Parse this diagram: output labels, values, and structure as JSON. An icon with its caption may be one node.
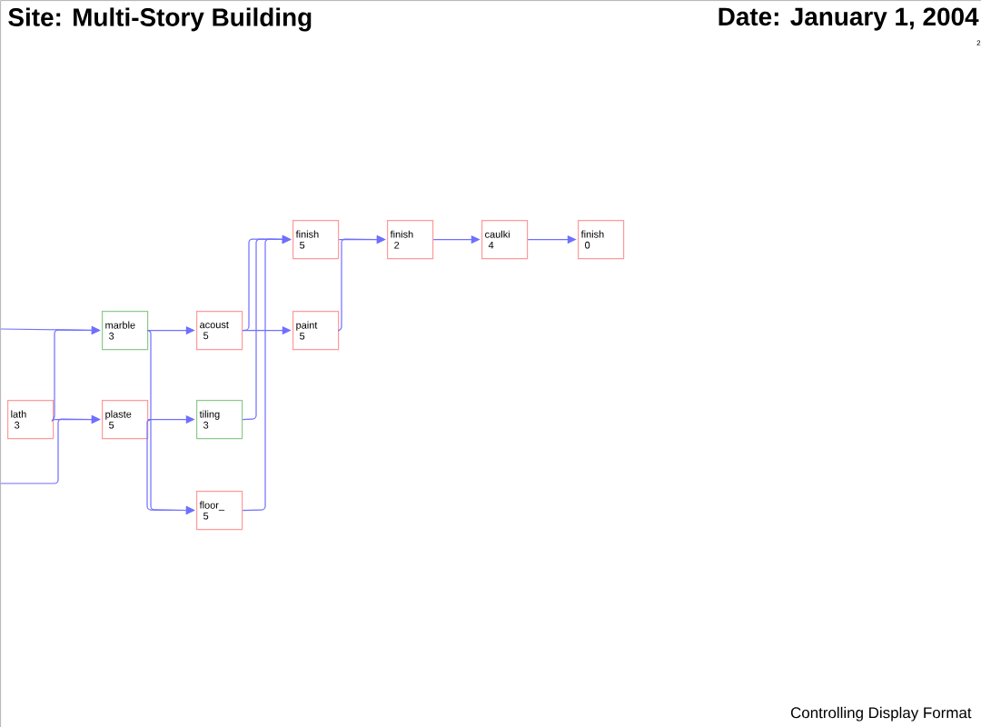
{
  "diagram": {
    "title": "Site: Multi-Story Building",
    "nodes": [
      {
        "text": [
          "lath",
          "3"
        ]
      },
      {
        "text": [
          "marble",
          "3"
        ]
      },
      {
        "text": [
          "plaste",
          "5"
        ]
      },
      {
        "text": [
          "acoust",
          "5"
        ]
      },
      {
        "text": [
          "tiling",
          "3"
        ]
      },
      {
        "text": [
          "floor_",
          "5"
        ]
      },
      {
        "text": [
          "finish",
          "5"
        ]
      },
      {
        "text": [
          "paint",
          "5"
        ]
      },
      {
        "text": [
          "finish",
          "2"
        ]
      },
      {
        "text": [
          "caulki",
          "4"
        ]
      },
      {
        "text": [
          "finish",
          "0"
        ]
      }
    ],
    "edges": [
      {
        "from": null,
        "to": 1,
        "arrow": "to"
      },
      {
        "from": null,
        "to": 2,
        "arrow": "to"
      },
      {
        "from": 0,
        "to": 1,
        "arrow": "to"
      },
      {
        "from": 0,
        "to": 2,
        "arrow": "to"
      },
      {
        "from": 1,
        "to": 3,
        "arrow": "to"
      },
      {
        "from": 1,
        "to": 5,
        "arrow": "to"
      },
      {
        "from": 2,
        "to": 4,
        "arrow": "to"
      },
      {
        "from": 2,
        "to": 5,
        "arrow": "to"
      },
      {
        "from": 3,
        "to": 6,
        "arrow": "to"
      },
      {
        "from": 3,
        "to": 7,
        "arrow": "to"
      },
      {
        "from": 4,
        "to": 6,
        "arrow": "to"
      },
      {
        "from": 5,
        "to": 6,
        "arrow": "to"
      },
      {
        "from": 7,
        "to": 8,
        "arrow": "to"
      },
      {
        "from": 6,
        "to": 8,
        "arrow": "to"
      },
      {
        "from": 8,
        "to": 9,
        "arrow": "to"
      },
      {
        "from": 9,
        "to": 10,
        "arrow": "to"
      }
    ],
    "labels": [
      "Date: January 1, 2004",
      "2",
      "Controlling Display Format"
    ]
  }
}
